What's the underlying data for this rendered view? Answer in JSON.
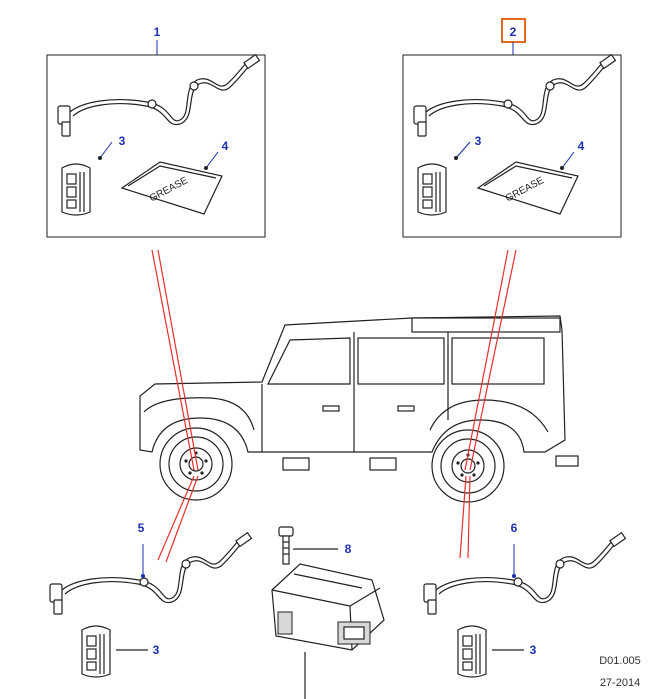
{
  "callouts": {
    "c1": "1",
    "c2": "2",
    "c3a": "3",
    "c4a": "4",
    "c3b": "3",
    "c4b": "4",
    "c5": "5",
    "c6": "6",
    "c8": "8",
    "c3c": "3",
    "c3d": "3"
  },
  "packet": {
    "left": "GREASE",
    "right": "GREASE"
  },
  "reference": {
    "code": "D01.005",
    "date": "27-2014"
  },
  "colors": {
    "callout": "#1a2fb0",
    "highlight": "#e36a1a",
    "pointer": "#e8302c"
  },
  "highlighted_callout": "2"
}
